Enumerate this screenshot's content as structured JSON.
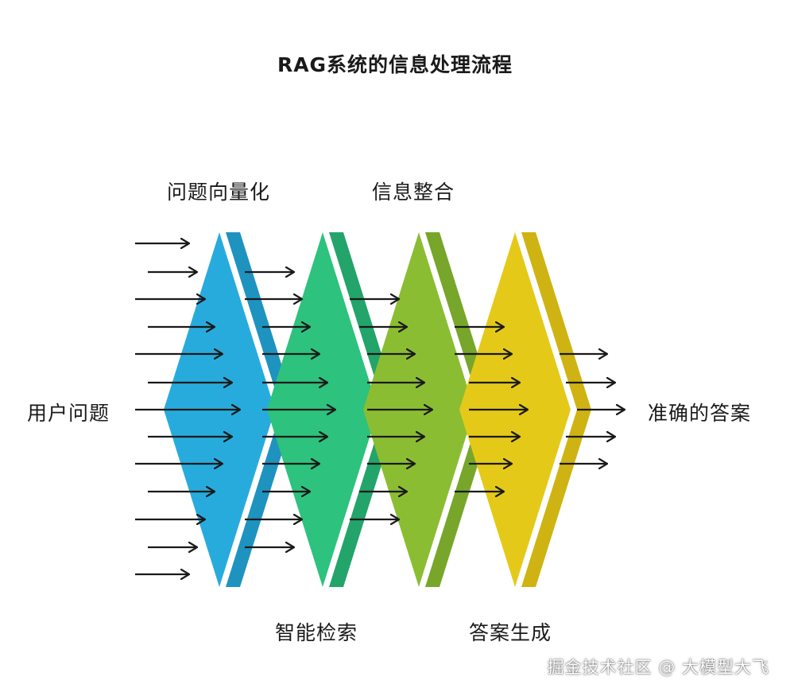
{
  "title": "RAG系统的信息处理流程",
  "input_label": "用户问题",
  "output_label": "准确的答案",
  "stages": [
    {
      "label": "问题向量化",
      "color": "#27ABDD",
      "edge": "#1E93C0"
    },
    {
      "label": "智能检索",
      "color": "#2DC27D",
      "edge": "#23A46A"
    },
    {
      "label": "信息整合",
      "color": "#8BBD32",
      "edge": "#77A62A"
    },
    {
      "label": "答案生成",
      "color": "#E5C919",
      "edge": "#CFB312"
    }
  ],
  "watermark": "掘金技术社区 @ 大模型大飞",
  "colors": {
    "arrow": "#1a1a1a",
    "background": "#ffffff"
  }
}
